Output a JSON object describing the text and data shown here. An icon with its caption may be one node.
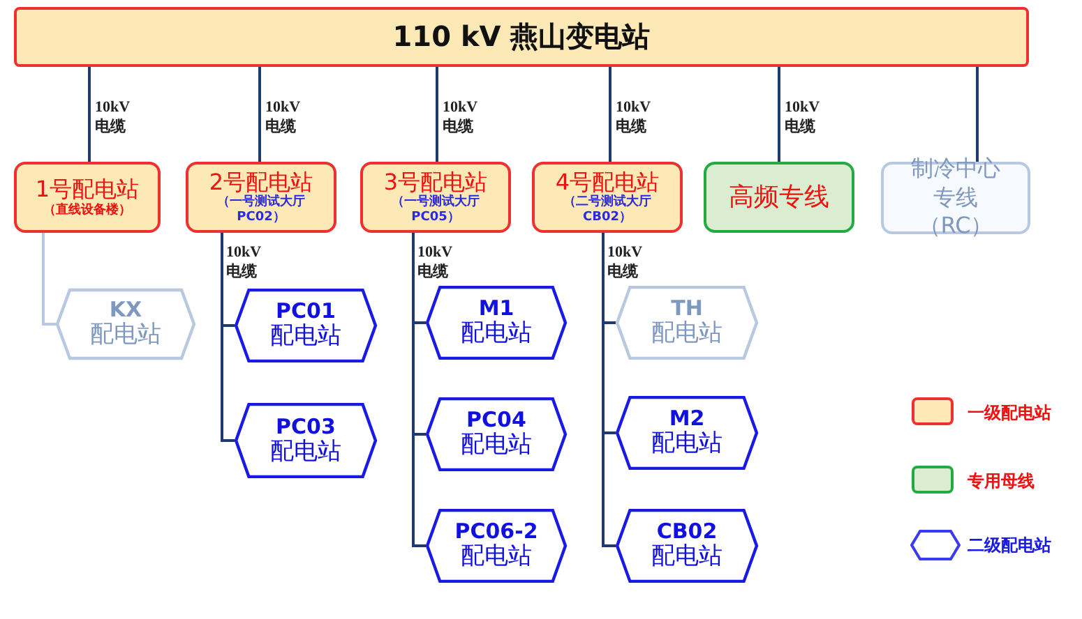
{
  "diagram": {
    "nodes": [
      {
        "text": [
          "110 kV 燕山变电站"
        ]
      },
      {
        "text": [
          "1号配电站",
          "（直线设备楼）"
        ]
      },
      {
        "text": [
          "2号配电站",
          "（一号测试大厅 PC02）"
        ]
      },
      {
        "text": [
          "3号配电站",
          "（一号测试大厅 PC05）"
        ]
      },
      {
        "text": [
          "4号配电站",
          "（二号测试大厅 CB02）"
        ]
      },
      {
        "text": [
          "高频专线"
        ]
      },
      {
        "text": [
          "制冷中心专线（RC）"
        ]
      },
      {
        "text": [
          "KX",
          "配电站"
        ]
      },
      {
        "text": [
          "PC01",
          "配电站"
        ]
      },
      {
        "text": [
          "PC03",
          "配电站"
        ]
      },
      {
        "text": [
          "M1",
          "配电站"
        ]
      },
      {
        "text": [
          "PC04",
          "配电站"
        ]
      },
      {
        "text": [
          "PC06-2",
          "配电站"
        ]
      },
      {
        "text": [
          "TH",
          "配电站"
        ]
      },
      {
        "text": [
          "M2",
          "配电站"
        ]
      },
      {
        "text": [
          "CB02",
          "配电站"
        ]
      }
    ],
    "edges": [
      {
        "from": 0,
        "to": 1,
        "arrow": "none",
        "label": "10kV 电缆"
      },
      {
        "from": 0,
        "to": 2,
        "arrow": "none",
        "label": "10kV 电缆"
      },
      {
        "from": 0,
        "to": 3,
        "arrow": "none",
        "label": "10kV 电缆"
      },
      {
        "from": 0,
        "to": 4,
        "arrow": "none",
        "label": "10kV 电缆"
      },
      {
        "from": 0,
        "to": 5,
        "arrow": "none",
        "label": "10kV 电缆"
      },
      {
        "from": 0,
        "to": 6,
        "arrow": "none"
      },
      {
        "from": 1,
        "to": 7,
        "arrow": "none",
        "color": "#b8c8e0"
      },
      {
        "from": 2,
        "to": 8,
        "arrow": "none",
        "label": "10kV 电缆"
      },
      {
        "from": 2,
        "to": 9,
        "arrow": "none"
      },
      {
        "from": 3,
        "to": 10,
        "arrow": "none",
        "label": "10kV 电缆"
      },
      {
        "from": 3,
        "to": 11,
        "arrow": "none"
      },
      {
        "from": 3,
        "to": 12,
        "arrow": "none"
      },
      {
        "from": 4,
        "to": 13,
        "arrow": "none",
        "label": "10kV 电缆"
      },
      {
        "from": 4,
        "to": 14,
        "arrow": "none"
      },
      {
        "from": 4,
        "to": 15,
        "arrow": "none"
      }
    ],
    "legend": [
      {
        "text": "一级配电站",
        "color": "#fde9b6"
      },
      {
        "text": "专用母线",
        "color": "#dbedd0"
      },
      {
        "text": "二级配电站"
      }
    ]
  }
}
